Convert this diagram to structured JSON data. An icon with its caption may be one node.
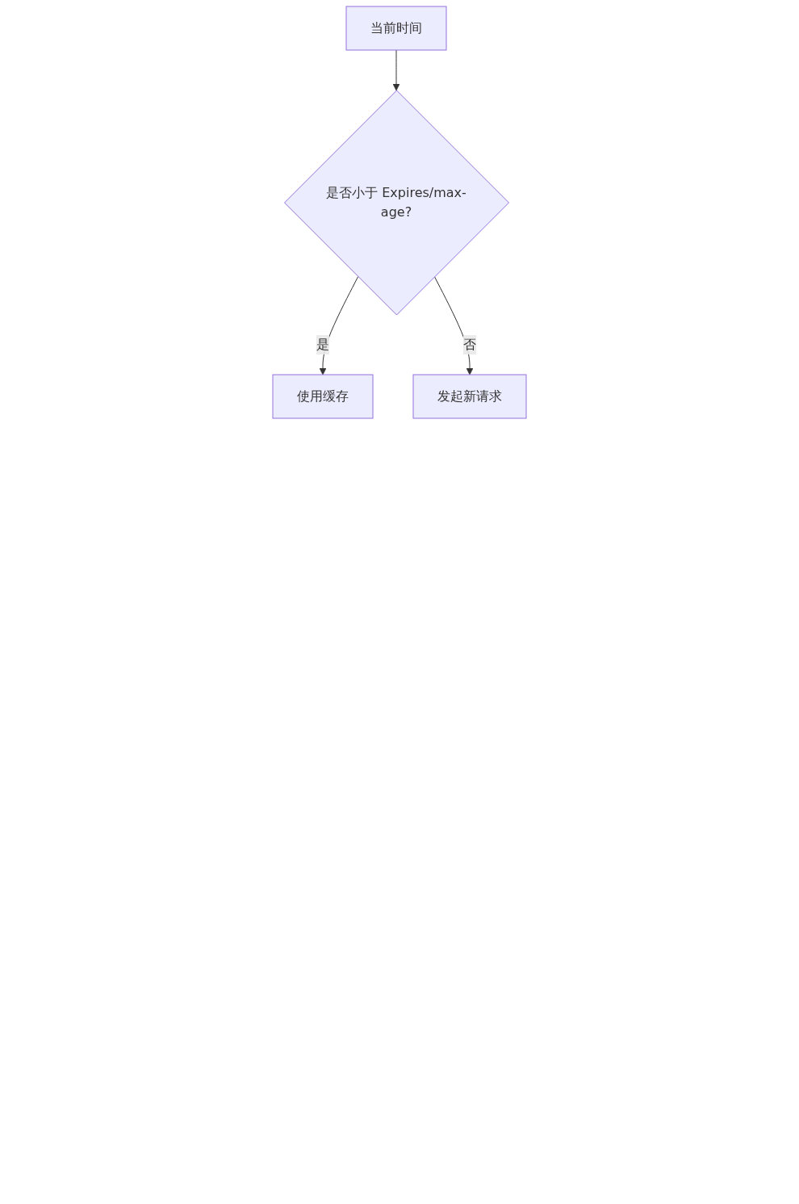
{
  "diagram": {
    "nodes": [
      {
        "text": [
          "当前时间"
        ]
      },
      {
        "text": [
          "是否小于 Expires/max-age?"
        ]
      },
      {
        "text": [
          "使用缓存"
        ]
      },
      {
        "text": [
          "发起新请求"
        ]
      }
    ],
    "edges": [
      {
        "from": 0,
        "to": 1,
        "arrow": "to"
      },
      {
        "from": 1,
        "to": 2,
        "arrow": "to",
        "label": "是"
      },
      {
        "from": 1,
        "to": 3,
        "arrow": "to",
        "label": "否"
      }
    ]
  }
}
